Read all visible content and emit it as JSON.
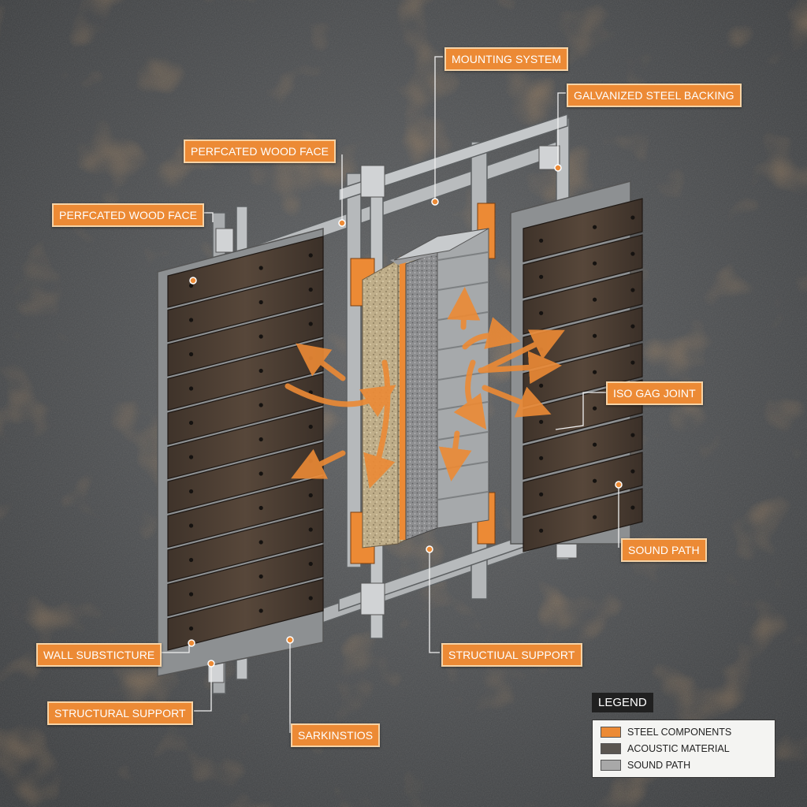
{
  "labels": {
    "mounting_system": "MOUNTING SYSTEM",
    "galvanized_steel_backing": "GALVANIZED STEEL BACKING",
    "perforated_wood_face_upper": "PERFCATED WOOD FACE",
    "perforated_wood_face_left": "PERFCATED WOOD FACE",
    "iso_gag_joint": "ISO GAG JOINT",
    "sound_path": "SOUND PATH",
    "wall_substructure": "WALL SUBSTICTURE",
    "structural_support_center": "STRUCTIUAL SUPPORT",
    "structural_support_left": "STRUCTURAL SUPPORT",
    "sarkinstios": "SARKINSTIOS"
  },
  "legend": {
    "title": "LEGEND",
    "items": [
      {
        "label": "STEEL COMPONENTS",
        "color": "#ec8a35"
      },
      {
        "label": "ACOUSTIC MATERIAL",
        "color": "#5a5550"
      },
      {
        "label": "SOUND PATH",
        "color": "#a8a8a8"
      }
    ]
  },
  "colors": {
    "accent_orange": "#ec8a35",
    "wood_dark": "#4e3f33",
    "steel_frame": "#b9bcbe",
    "concrete_bg": "#4a4c4e"
  }
}
